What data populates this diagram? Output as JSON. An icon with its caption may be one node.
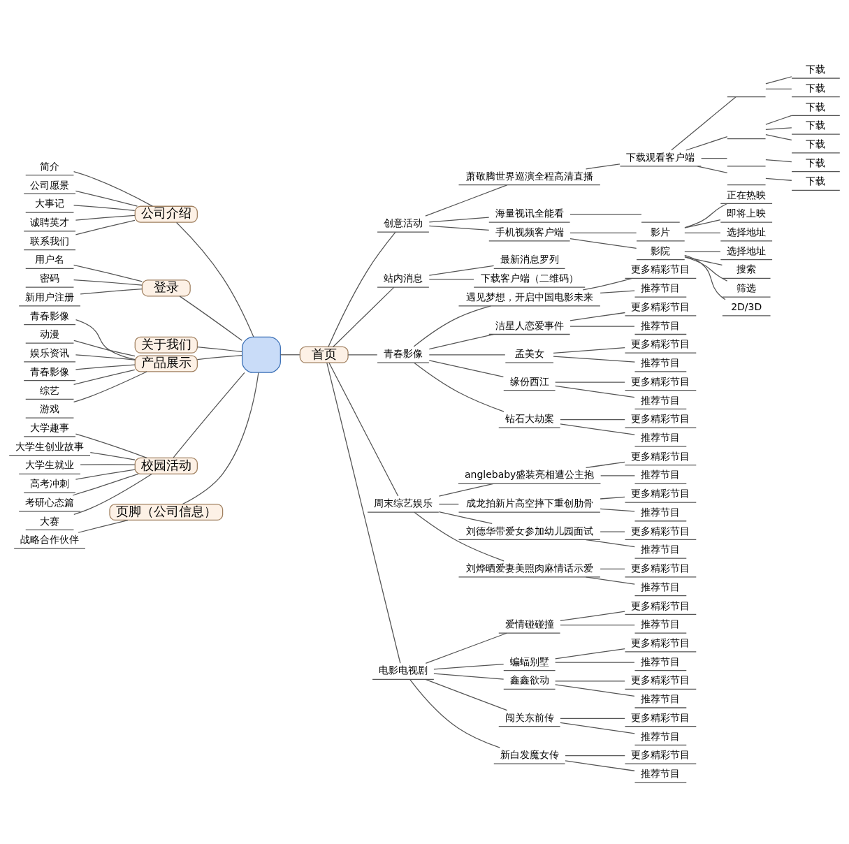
{
  "diagram": {
    "nodes": [
      {
        "text": [],
        "shape": "box"
      },
      {
        "text": [
          "首页"
        ]
      },
      {
        "text": [
          "创意活动"
        ]
      },
      {
        "text": [
          "萧敬腾世界巡演全程高清直播"
        ]
      },
      {
        "text": [
          "下载观看客户端"
        ]
      },
      {
        "text": [],
        "shape": "underline"
      },
      {
        "text": [
          "下载"
        ]
      },
      {
        "text": [
          "下载"
        ]
      },
      {
        "text": [],
        "shape": "underline"
      },
      {
        "text": [
          "下载"
        ]
      },
      {
        "text": [
          "下载"
        ]
      },
      {
        "text": [
          "下载"
        ]
      },
      {
        "text": [],
        "shape": "underline"
      },
      {
        "text": [
          "下载"
        ]
      },
      {
        "text": [],
        "shape": "underline"
      },
      {
        "text": [
          "下载"
        ]
      },
      {
        "text": [
          "海量视讯全能看"
        ]
      },
      {
        "text": [],
        "shape": "underline"
      },
      {
        "text": [
          "手机视频客户端"
        ]
      },
      {
        "text": [
          "影片"
        ]
      },
      {
        "text": [
          "正在热映"
        ]
      },
      {
        "text": [
          "即将上映"
        ]
      },
      {
        "text": [
          "选择地址"
        ]
      },
      {
        "text": [
          "影院"
        ]
      },
      {
        "text": [
          "选择地址"
        ]
      },
      {
        "text": [
          "搜索"
        ]
      },
      {
        "text": [
          "筛选"
        ]
      },
      {
        "text": [
          "2D/3D"
        ]
      },
      {
        "text": [
          "站内消息"
        ]
      },
      {
        "text": [
          "最新消息罗列"
        ]
      },
      {
        "text": [
          "下载客户端（二维码）"
        ]
      },
      {
        "text": [
          "青春影像"
        ]
      },
      {
        "text": [
          "遇见梦想，开启中国电影未来"
        ]
      },
      {
        "text": [
          "更多精彩节目"
        ]
      },
      {
        "text": [
          "推荐节目"
        ]
      },
      {
        "text": [
          "洁星人恋爱事件"
        ]
      },
      {
        "text": [
          "更多精彩节目"
        ]
      },
      {
        "text": [
          "推荐节目"
        ]
      },
      {
        "text": [
          "孟美女"
        ]
      },
      {
        "text": [
          "更多精彩节目"
        ]
      },
      {
        "text": [
          "推荐节目"
        ]
      },
      {
        "text": [
          "缘份西江"
        ]
      },
      {
        "text": [
          "更多精彩节目"
        ]
      },
      {
        "text": [
          "推荐节目"
        ]
      },
      {
        "text": [
          "钻石大劫案"
        ]
      },
      {
        "text": [
          "更多精彩节目"
        ]
      },
      {
        "text": [
          "推荐节目"
        ]
      },
      {
        "text": [
          "周末综艺娱乐"
        ]
      },
      {
        "text": [
          "anglebaby盛装亮相遭公主抱"
        ]
      },
      {
        "text": [
          "更多精彩节目"
        ]
      },
      {
        "text": [
          "推荐节目"
        ]
      },
      {
        "text": [
          "成龙拍新片高空摔下重创肋骨"
        ]
      },
      {
        "text": [
          "更多精彩节目"
        ]
      },
      {
        "text": [
          "推荐节目"
        ]
      },
      {
        "text": [
          "刘德华带爱女参加幼儿园面试"
        ]
      },
      {
        "text": [
          "更多精彩节目"
        ]
      },
      {
        "text": [
          "推荐节目"
        ]
      },
      {
        "text": [
          "刘烨晒爱妻美照肉麻情话示爱"
        ]
      },
      {
        "text": [
          "更多精彩节目"
        ]
      },
      {
        "text": [
          "推荐节目"
        ]
      },
      {
        "text": [
          "电影电视剧"
        ]
      },
      {
        "text": [
          "爱情碰碰撞"
        ]
      },
      {
        "text": [
          "更多精彩节目"
        ]
      },
      {
        "text": [
          "推荐节目"
        ]
      },
      {
        "text": [
          "蝙蝠别墅"
        ]
      },
      {
        "text": [
          "更多精彩节目"
        ]
      },
      {
        "text": [
          "推荐节目"
        ]
      },
      {
        "text": [
          "鑫鑫欲动"
        ]
      },
      {
        "text": [
          "更多精彩节目"
        ]
      },
      {
        "text": [
          "推荐节目"
        ]
      },
      {
        "text": [
          "闯关东前传"
        ]
      },
      {
        "text": [
          "更多精彩节目"
        ]
      },
      {
        "text": [
          "推荐节目"
        ]
      },
      {
        "text": [
          "新白发魔女传"
        ]
      },
      {
        "text": [
          "更多精彩节目"
        ]
      },
      {
        "text": [
          "推荐节目"
        ]
      },
      {
        "text": [
          "公司介绍"
        ]
      },
      {
        "text": [
          "简介"
        ]
      },
      {
        "text": [
          "公司愿景"
        ]
      },
      {
        "text": [
          "大事记"
        ]
      },
      {
        "text": [
          "诚聘英才"
        ]
      },
      {
        "text": [
          "联系我们"
        ]
      },
      {
        "text": [
          "登录"
        ]
      },
      {
        "text": [
          "用户名"
        ]
      },
      {
        "text": [
          "密码"
        ]
      },
      {
        "text": [
          "新用户注册"
        ]
      },
      {
        "text": [
          "关于我们"
        ]
      },
      {
        "text": [
          "产品展示"
        ]
      },
      {
        "text": [
          "青春影像"
        ]
      },
      {
        "text": [
          "动漫"
        ]
      },
      {
        "text": [
          "娱乐资讯"
        ]
      },
      {
        "text": [
          "青春影像"
        ]
      },
      {
        "text": [
          "综艺"
        ]
      },
      {
        "text": [
          "游戏"
        ]
      },
      {
        "text": [
          "校园活动"
        ]
      },
      {
        "text": [
          "大学趣事"
        ]
      },
      {
        "text": [
          "大学生创业故事"
        ]
      },
      {
        "text": [
          "大学生就业"
        ]
      },
      {
        "text": [
          "高考冲刺"
        ]
      },
      {
        "text": [
          "考研心态篇"
        ]
      },
      {
        "text": [
          "大赛"
        ]
      },
      {
        "text": [
          "页脚（公司信息）"
        ]
      },
      {
        "text": [
          "战略合作伙伴"
        ]
      }
    ],
    "edges": [
      {
        "from": 0,
        "to": 1,
        "arrow": "none"
      },
      {
        "from": 1,
        "to": 2,
        "arrow": "none"
      },
      {
        "from": 2,
        "to": 3,
        "arrow": "none"
      },
      {
        "from": 3,
        "to": 4,
        "arrow": "none"
      },
      {
        "from": 4,
        "to": 5,
        "arrow": "none"
      },
      {
        "from": 5,
        "to": 6,
        "arrow": "none"
      },
      {
        "from": 5,
        "to": 7,
        "arrow": "none"
      },
      {
        "from": 4,
        "to": 8,
        "arrow": "none"
      },
      {
        "from": 8,
        "to": 9,
        "arrow": "none"
      },
      {
        "from": 8,
        "to": 10,
        "arrow": "none"
      },
      {
        "from": 8,
        "to": 11,
        "arrow": "none"
      },
      {
        "from": 4,
        "to": 12,
        "arrow": "none"
      },
      {
        "from": 12,
        "to": 13,
        "arrow": "none"
      },
      {
        "from": 4,
        "to": 14,
        "arrow": "none"
      },
      {
        "from": 14,
        "to": 15,
        "arrow": "none"
      },
      {
        "from": 2,
        "to": 16,
        "arrow": "none"
      },
      {
        "from": 16,
        "to": 17,
        "arrow": "none"
      },
      {
        "from": 2,
        "to": 18,
        "arrow": "none"
      },
      {
        "from": 18,
        "to": 19,
        "arrow": "none"
      },
      {
        "from": 19,
        "to": 20,
        "arrow": "none"
      },
      {
        "from": 19,
        "to": 21,
        "arrow": "none"
      },
      {
        "from": 19,
        "to": 22,
        "arrow": "none"
      },
      {
        "from": 18,
        "to": 23,
        "arrow": "none"
      },
      {
        "from": 23,
        "to": 24,
        "arrow": "none"
      },
      {
        "from": 23,
        "to": 25,
        "arrow": "none"
      },
      {
        "from": 23,
        "to": 26,
        "arrow": "none"
      },
      {
        "from": 23,
        "to": 27,
        "arrow": "none"
      },
      {
        "from": 1,
        "to": 28,
        "arrow": "none"
      },
      {
        "from": 28,
        "to": 29,
        "arrow": "none"
      },
      {
        "from": 28,
        "to": 30,
        "arrow": "none"
      },
      {
        "from": 1,
        "to": 31,
        "arrow": "none"
      },
      {
        "from": 31,
        "to": 32,
        "arrow": "none"
      },
      {
        "from": 32,
        "to": 33,
        "arrow": "none"
      },
      {
        "from": 32,
        "to": 34,
        "arrow": "none"
      },
      {
        "from": 31,
        "to": 35,
        "arrow": "none"
      },
      {
        "from": 35,
        "to": 36,
        "arrow": "none"
      },
      {
        "from": 35,
        "to": 37,
        "arrow": "none"
      },
      {
        "from": 31,
        "to": 38,
        "arrow": "none"
      },
      {
        "from": 38,
        "to": 39,
        "arrow": "none"
      },
      {
        "from": 38,
        "to": 40,
        "arrow": "none"
      },
      {
        "from": 31,
        "to": 41,
        "arrow": "none"
      },
      {
        "from": 41,
        "to": 42,
        "arrow": "none"
      },
      {
        "from": 41,
        "to": 43,
        "arrow": "none"
      },
      {
        "from": 31,
        "to": 44,
        "arrow": "none"
      },
      {
        "from": 44,
        "to": 45,
        "arrow": "none"
      },
      {
        "from": 44,
        "to": 46,
        "arrow": "none"
      },
      {
        "from": 1,
        "to": 47,
        "arrow": "none"
      },
      {
        "from": 47,
        "to": 48,
        "arrow": "none"
      },
      {
        "from": 48,
        "to": 49,
        "arrow": "none"
      },
      {
        "from": 48,
        "to": 50,
        "arrow": "none"
      },
      {
        "from": 47,
        "to": 51,
        "arrow": "none"
      },
      {
        "from": 51,
        "to": 52,
        "arrow": "none"
      },
      {
        "from": 51,
        "to": 53,
        "arrow": "none"
      },
      {
        "from": 47,
        "to": 54,
        "arrow": "none"
      },
      {
        "from": 54,
        "to": 55,
        "arrow": "none"
      },
      {
        "from": 54,
        "to": 56,
        "arrow": "none"
      },
      {
        "from": 47,
        "to": 57,
        "arrow": "none"
      },
      {
        "from": 57,
        "to": 58,
        "arrow": "none"
      },
      {
        "from": 57,
        "to": 59,
        "arrow": "none"
      },
      {
        "from": 1,
        "to": 60,
        "arrow": "none"
      },
      {
        "from": 60,
        "to": 61,
        "arrow": "none"
      },
      {
        "from": 61,
        "to": 62,
        "arrow": "none"
      },
      {
        "from": 61,
        "to": 63,
        "arrow": "none"
      },
      {
        "from": 60,
        "to": 64,
        "arrow": "none"
      },
      {
        "from": 64,
        "to": 65,
        "arrow": "none"
      },
      {
        "from": 64,
        "to": 66,
        "arrow": "none"
      },
      {
        "from": 60,
        "to": 67,
        "arrow": "none"
      },
      {
        "from": 67,
        "to": 68,
        "arrow": "none"
      },
      {
        "from": 67,
        "to": 69,
        "arrow": "none"
      },
      {
        "from": 60,
        "to": 70,
        "arrow": "none"
      },
      {
        "from": 70,
        "to": 71,
        "arrow": "none"
      },
      {
        "from": 70,
        "to": 72,
        "arrow": "none"
      },
      {
        "from": 60,
        "to": 73,
        "arrow": "none"
      },
      {
        "from": 73,
        "to": 74,
        "arrow": "none"
      },
      {
        "from": 73,
        "to": 75,
        "arrow": "none"
      },
      {
        "from": 0,
        "to": 76,
        "arrow": "none"
      },
      {
        "from": 76,
        "to": 77,
        "arrow": "none"
      },
      {
        "from": 76,
        "to": 78,
        "arrow": "none"
      },
      {
        "from": 76,
        "to": 79,
        "arrow": "none"
      },
      {
        "from": 76,
        "to": 80,
        "arrow": "none"
      },
      {
        "from": 76,
        "to": 81,
        "arrow": "none"
      },
      {
        "from": 0,
        "to": 82,
        "arrow": "none"
      },
      {
        "from": 82,
        "to": 83,
        "arrow": "none"
      },
      {
        "from": 82,
        "to": 84,
        "arrow": "none"
      },
      {
        "from": 82,
        "to": 85,
        "arrow": "none"
      },
      {
        "from": 0,
        "to": 86,
        "arrow": "none"
      },
      {
        "from": 0,
        "to": 87,
        "arrow": "none"
      },
      {
        "from": 87,
        "to": 88,
        "arrow": "none"
      },
      {
        "from": 87,
        "to": 89,
        "arrow": "none"
      },
      {
        "from": 87,
        "to": 90,
        "arrow": "none"
      },
      {
        "from": 87,
        "to": 91,
        "arrow": "none"
      },
      {
        "from": 87,
        "to": 92,
        "arrow": "none"
      },
      {
        "from": 87,
        "to": 93,
        "arrow": "none"
      },
      {
        "from": 0,
        "to": 94,
        "arrow": "none"
      },
      {
        "from": 94,
        "to": 95,
        "arrow": "none"
      },
      {
        "from": 94,
        "to": 96,
        "arrow": "none"
      },
      {
        "from": 94,
        "to": 97,
        "arrow": "none"
      },
      {
        "from": 94,
        "to": 98,
        "arrow": "none"
      },
      {
        "from": 94,
        "to": 99,
        "arrow": "none"
      },
      {
        "from": 94,
        "to": 100,
        "arrow": "none"
      },
      {
        "from": 0,
        "to": 101,
        "arrow": "none"
      },
      {
        "from": 101,
        "to": 102,
        "arrow": "none"
      }
    ]
  }
}
